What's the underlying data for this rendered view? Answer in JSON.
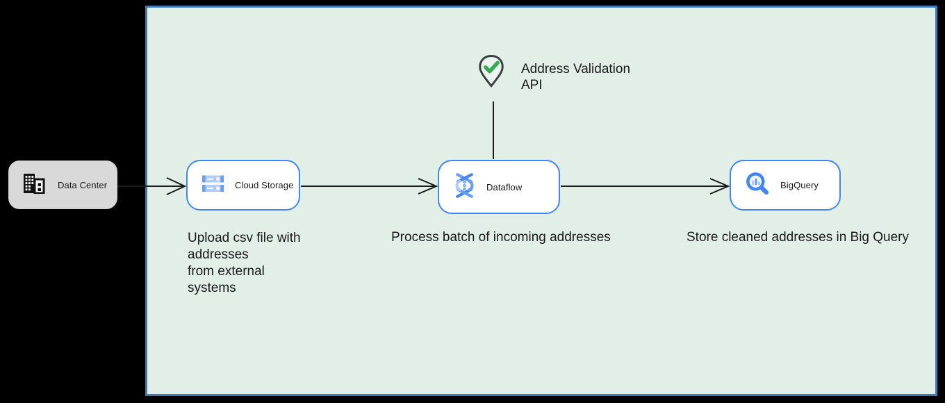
{
  "panel": {
    "fill": "#e2efe7",
    "border_color": "#3c7ab8"
  },
  "nodes": {
    "data_center": {
      "label": "Data Center",
      "fill": "#d9d9d9"
    },
    "cloud_storage": {
      "label": "Cloud Storage"
    },
    "dataflow": {
      "label": "Dataflow"
    },
    "bigquery": {
      "label": "BigQuery"
    },
    "address_validation": {
      "label": "Address Validation\nAPI"
    }
  },
  "annotations": {
    "upload": "Upload csv file with\naddresses\nfrom external\nsystems",
    "process": "Process batch of incoming addresses",
    "store": "Store cleaned addresses in Big Query"
  },
  "icons": {
    "data_center": "building-icon",
    "cloud_storage": "cloud-storage-bucket-icon",
    "dataflow": "dataflow-icon",
    "bigquery": "bigquery-magnifier-icon",
    "address_validation": "map-pin-check-icon"
  },
  "colors": {
    "node_border_blue": "#4285f4",
    "icon_blue": "#4285f4",
    "icon_blue_mid": "#669df6",
    "icon_blue_light": "#aecbfa",
    "check_green": "#34a853",
    "connector_black": "#1a1a1a",
    "canvas_black": "#000000"
  }
}
